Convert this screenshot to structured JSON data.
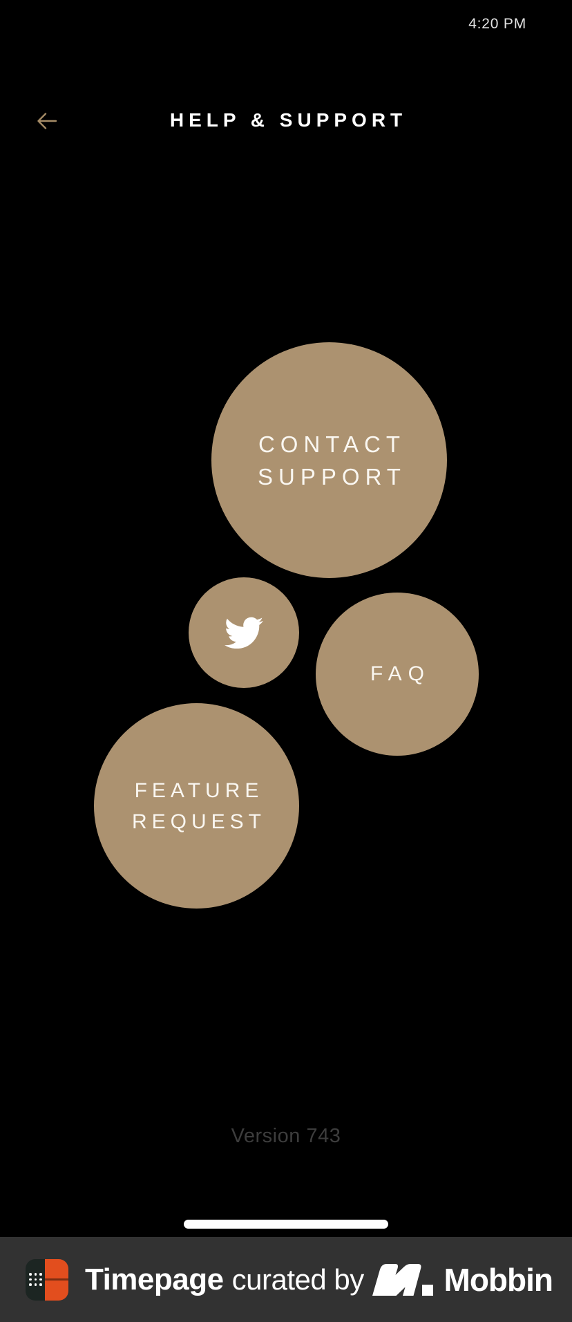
{
  "status_bar": {
    "time": "4:20 PM"
  },
  "header": {
    "title": "HELP & SUPPORT"
  },
  "bubbles": {
    "contact_support": {
      "line1": "CONTACT",
      "line2": "SUPPORT"
    },
    "twitter": {
      "icon": "twitter-bird"
    },
    "faq": {
      "label": "FAQ"
    },
    "feature_request": {
      "line1": "FEATURE",
      "line2": "REQUEST"
    }
  },
  "footer": {
    "version": "Version 743"
  },
  "banner": {
    "app_name": "Timepage",
    "curated_text": "curated by",
    "brand_name": "Mobbin"
  },
  "icons": {
    "back": "arrow-left-icon",
    "twitter": "twitter-bird-icon",
    "timepage": "timepage-app-icon",
    "mobbin": "mobbin-logo-icon"
  },
  "colors": {
    "background": "#000000",
    "bubble_tan": "#ac9270",
    "arrow_tan": "#a58b66",
    "bubble_text": "#faf7f1",
    "version_gray": "#3d3d3d",
    "banner_bg": "#323232",
    "timepage_icon_dark": "#1c2522",
    "timepage_icon_orange": "#e24e1e"
  }
}
